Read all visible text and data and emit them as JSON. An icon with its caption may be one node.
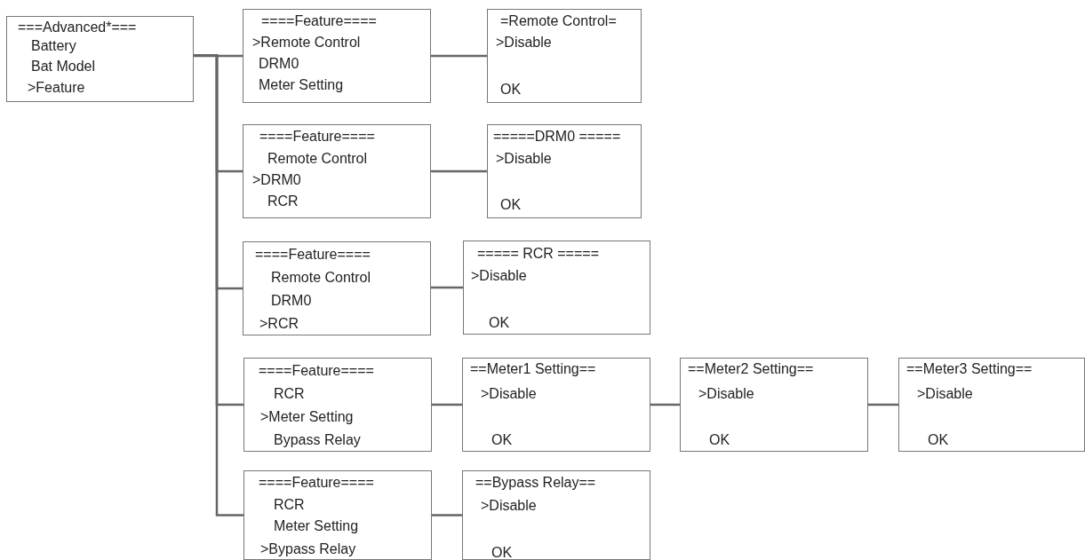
{
  "diagram": {
    "nodes": [
      {
        "text": [
          "===Advanced*===",
          "Battery",
          "Bat Model",
          ">Feature"
        ]
      },
      {
        "text": [
          "====Feature====",
          ">Remote Control",
          "DRM0",
          "Meter Setting"
        ]
      },
      {
        "text": [
          "=Remote Control=",
          ">Disable",
          "OK"
        ]
      },
      {
        "text": [
          "====Feature====",
          "Remote Control",
          ">DRM0",
          "RCR"
        ]
      },
      {
        "text": [
          "=====DRM0 =====",
          ">Disable",
          "OK"
        ]
      },
      {
        "text": [
          "====Feature====",
          "Remote Control",
          "DRM0",
          ">RCR"
        ]
      },
      {
        "text": [
          "===== RCR =====",
          ">Disable",
          "OK"
        ]
      },
      {
        "text": [
          "====Feature====",
          "RCR",
          ">Meter Setting",
          "Bypass Relay"
        ]
      },
      {
        "text": [
          "==Meter1 Setting==",
          ">Disable",
          "OK"
        ]
      },
      {
        "text": [
          "==Meter2 Setting==",
          ">Disable",
          "OK"
        ]
      },
      {
        "text": [
          "==Meter3 Setting==",
          ">Disable",
          "OK"
        ]
      },
      {
        "text": [
          "====Feature====",
          "RCR",
          "Meter Setting",
          ">Bypass Relay"
        ]
      },
      {
        "text": [
          "==Bypass Relay==",
          ">Disable",
          "OK"
        ]
      }
    ],
    "edges": [
      {
        "from": 0,
        "to": 1,
        "arrow": "none"
      },
      {
        "from": 0,
        "to": 3,
        "arrow": "none"
      },
      {
        "from": 0,
        "to": 5,
        "arrow": "none"
      },
      {
        "from": 0,
        "to": 7,
        "arrow": "none"
      },
      {
        "from": 0,
        "to": 11,
        "arrow": "none"
      },
      {
        "from": 1,
        "to": 2,
        "arrow": "none"
      },
      {
        "from": 3,
        "to": 4,
        "arrow": "none"
      },
      {
        "from": 5,
        "to": 6,
        "arrow": "none"
      },
      {
        "from": 7,
        "to": 8,
        "arrow": "none"
      },
      {
        "from": 8,
        "to": 9,
        "arrow": "none"
      },
      {
        "from": 9,
        "to": 10,
        "arrow": "none"
      },
      {
        "from": 11,
        "to": 12,
        "arrow": "none"
      }
    ]
  }
}
